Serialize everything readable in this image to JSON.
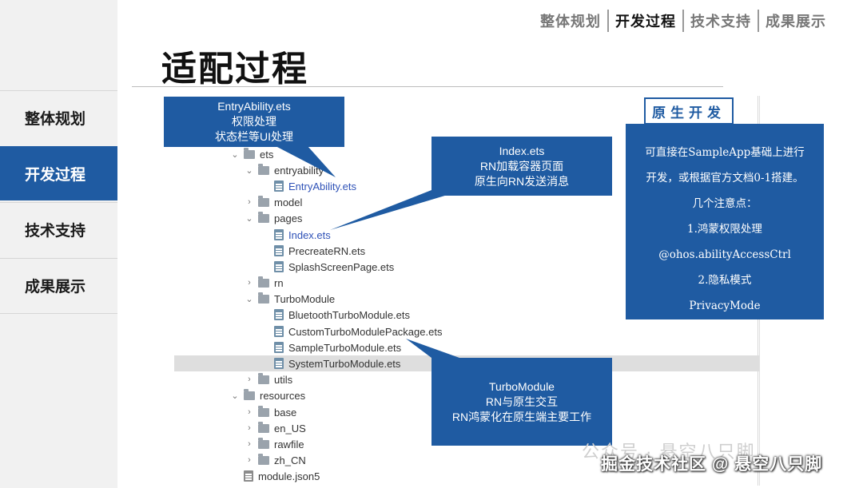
{
  "sidebar": {
    "items": [
      {
        "label": "整体规划",
        "active": false
      },
      {
        "label": "开发过程",
        "active": true
      },
      {
        "label": "技术支持",
        "active": false
      },
      {
        "label": "成果展示",
        "active": false
      }
    ]
  },
  "topnav": {
    "items": [
      {
        "label": "整体规划",
        "active": false
      },
      {
        "label": "开发过程",
        "active": true
      },
      {
        "label": "技术支持",
        "active": false
      },
      {
        "label": "成果展示",
        "active": false
      }
    ]
  },
  "page_title": "适配过程",
  "tree": [
    {
      "label": "ets",
      "kind": "folder",
      "expanded": true
    },
    {
      "label": "entryability",
      "kind": "folder",
      "expanded": true
    },
    {
      "label": "EntryAbility.ets",
      "kind": "file",
      "link": true
    },
    {
      "label": "model",
      "kind": "folder",
      "expanded": false
    },
    {
      "label": "pages",
      "kind": "folder",
      "expanded": true
    },
    {
      "label": "Index.ets",
      "kind": "file",
      "link": true
    },
    {
      "label": "PrecreateRN.ets",
      "kind": "file"
    },
    {
      "label": "SplashScreenPage.ets",
      "kind": "file"
    },
    {
      "label": "rn",
      "kind": "folder",
      "expanded": false
    },
    {
      "label": "TurboModule",
      "kind": "folder",
      "expanded": true
    },
    {
      "label": "BluetoothTurboModule.ets",
      "kind": "file"
    },
    {
      "label": "CustomTurboModulePackage.ets",
      "kind": "file"
    },
    {
      "label": "SampleTurboModule.ets",
      "kind": "file"
    },
    {
      "label": "SystemTurboModule.ets",
      "kind": "file",
      "selected": true
    },
    {
      "label": "utils",
      "kind": "folder",
      "expanded": false
    },
    {
      "label": "resources",
      "kind": "folder",
      "expanded": true
    },
    {
      "label": "base",
      "kind": "folder",
      "expanded": false
    },
    {
      "label": "en_US",
      "kind": "folder",
      "expanded": false
    },
    {
      "label": "rawfile",
      "kind": "folder",
      "expanded": false
    },
    {
      "label": "zh_CN",
      "kind": "folder",
      "expanded": false
    },
    {
      "label": "module.json5",
      "kind": "json"
    }
  ],
  "callouts": {
    "entry": [
      "EntryAbility.ets",
      "权限处理",
      "状态栏等UI处理"
    ],
    "index": [
      "Index.ets",
      "RN加载容器页面",
      "原生向RN发送消息"
    ],
    "turbo": [
      "TurboModule",
      "RN与原生交互",
      "RN鸿蒙化在原生端主要工作"
    ]
  },
  "native_tag": "原生开发",
  "native_panel": {
    "lines": [
      "可直接在SampleApp基础上进行",
      "开发，或根据官方文档0-1搭建。",
      "几个注意点：",
      "1.鸿蒙权限处理",
      "@ohos.abilityAccessCtrl",
      "2.隐私模式",
      "PrivacyMode"
    ]
  },
  "watermark": {
    "wechat": "公众号 · 悬空八只脚",
    "juejin": "掘金技术社区 @ 悬空八只脚"
  },
  "colors": {
    "accent": "#1f5ba2",
    "link": "#2f52b7",
    "sidebar_bg": "#f1f1f1",
    "selected_row": "#dedede"
  }
}
